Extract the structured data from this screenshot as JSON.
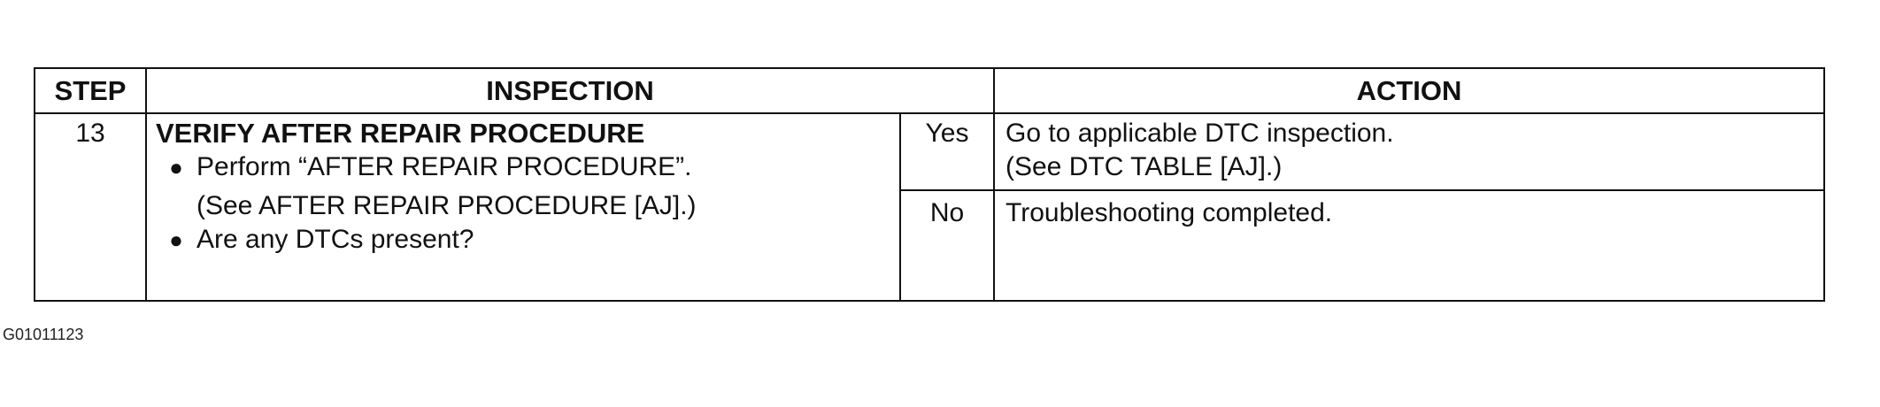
{
  "headers": {
    "step": "STEP",
    "inspection": "INSPECTION",
    "action": "ACTION"
  },
  "row": {
    "step": "13",
    "title": "VERIFY AFTER REPAIR PROCEDURE",
    "bullets": [
      "Perform “AFTER REPAIR PROCEDURE”.",
      "(See AFTER REPAIR PROCEDURE [AJ].)",
      "Are any DTCs present?"
    ],
    "yes_label": "Yes",
    "yes_action": [
      "Go to applicable DTC inspection.",
      "(See DTC TABLE [AJ].)"
    ],
    "no_label": "No",
    "no_action": "Troubleshooting completed."
  },
  "figure_code": "G01011123"
}
